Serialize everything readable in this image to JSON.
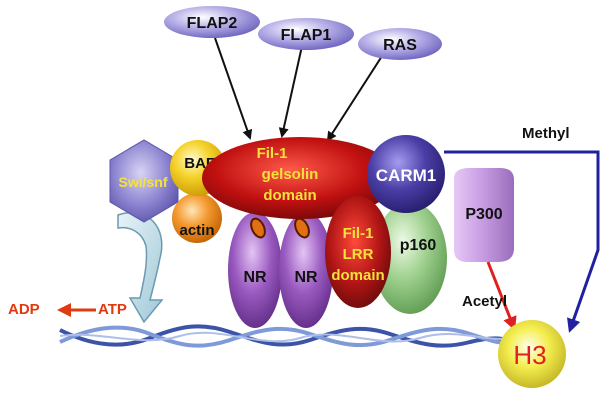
{
  "top_labels": {
    "flap2": "FLAP2",
    "flap1": "FLAP1",
    "ras": "RAS"
  },
  "complex": {
    "swisnf": "Swi/snf",
    "baf53": "BAF53",
    "actin": "actin",
    "fil1_gelsolin": [
      "Fil-1",
      "gelsolin",
      "domain"
    ],
    "fil1_lrr": [
      "Fil-1",
      "LRR",
      "domain"
    ],
    "nr1": "NR",
    "nr2": "NR",
    "carm1": "CARM1",
    "p160": "p160",
    "p300": "P300",
    "h3": "H3"
  },
  "arrows": {
    "methyl": "Methyl",
    "acetyl": "Acetyl",
    "adp": "ADP",
    "atp": "ATP"
  },
  "colors": {
    "top_ellipse": "#9c94d6",
    "swisnf": "#7c74c8",
    "baf53": "#f2c81a",
    "actin": "#f28a1c",
    "gelsolin": "#c01010",
    "lrr": "#b01515",
    "nr": "#8a4ab0",
    "carm1": "#4b3ea6",
    "p160": "#9ccf8c",
    "p300": "#c69ae0",
    "h3": "#f4ee50",
    "methyl_arrow": "#2020a0",
    "acetyl_arrow": "#e02020",
    "atp_arrow": "#e03a10",
    "dna": "#3b54a8",
    "label_yellow": "#f4e23a"
  }
}
